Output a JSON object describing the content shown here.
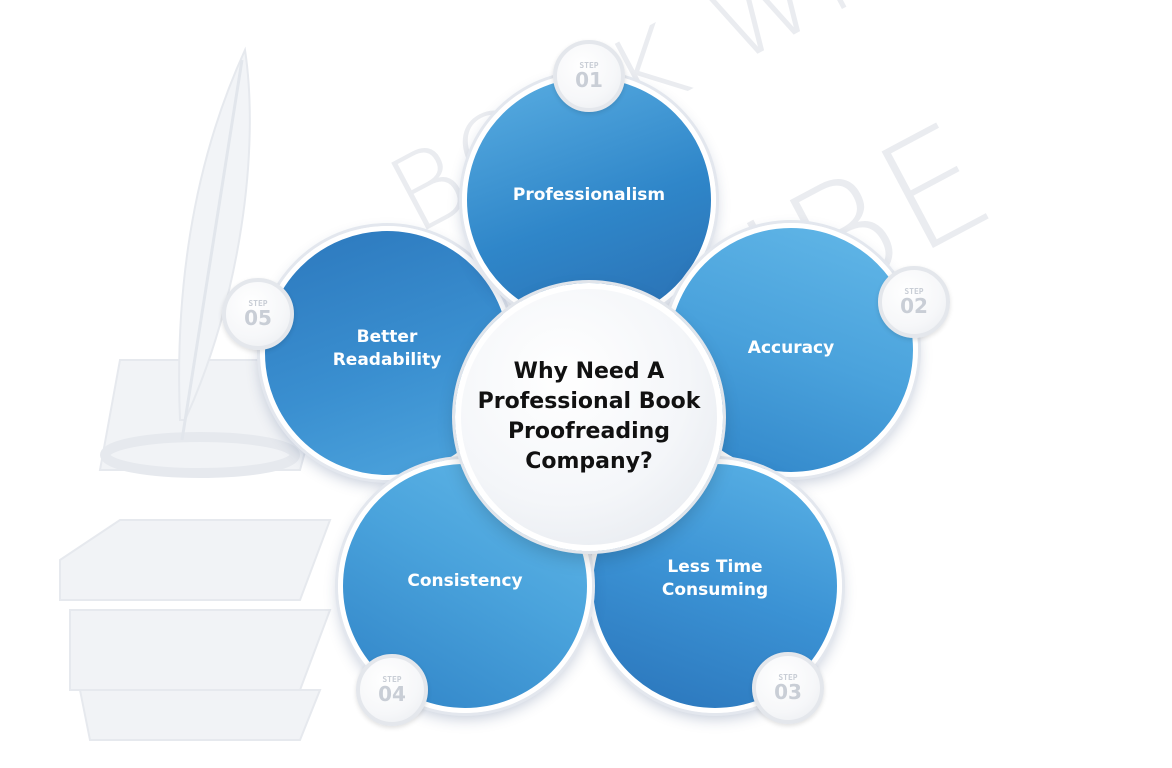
{
  "center": {
    "title": "Why Need A\nProfessional Book\nProofreading\nCompany?"
  },
  "petals": [
    {
      "label": "Professionalism",
      "step_word": "STEP",
      "step_number": "01"
    },
    {
      "label": "Accuracy",
      "step_word": "STEP",
      "step_number": "02"
    },
    {
      "label": "Less Time\nConsuming",
      "step_word": "STEP",
      "step_number": "03"
    },
    {
      "label": "Consistency",
      "step_word": "STEP",
      "step_number": "04"
    },
    {
      "label": "Better\nReadability",
      "step_word": "STEP",
      "step_number": "05"
    }
  ],
  "watermark": {
    "line1": "BOOK WRITING",
    "line2": "CUBE"
  },
  "colors": {
    "petal_dark": "#2f7fc6",
    "petal_light": "#5db4e6",
    "badge_text": "#c9ced6",
    "center_text": "#111111"
  }
}
